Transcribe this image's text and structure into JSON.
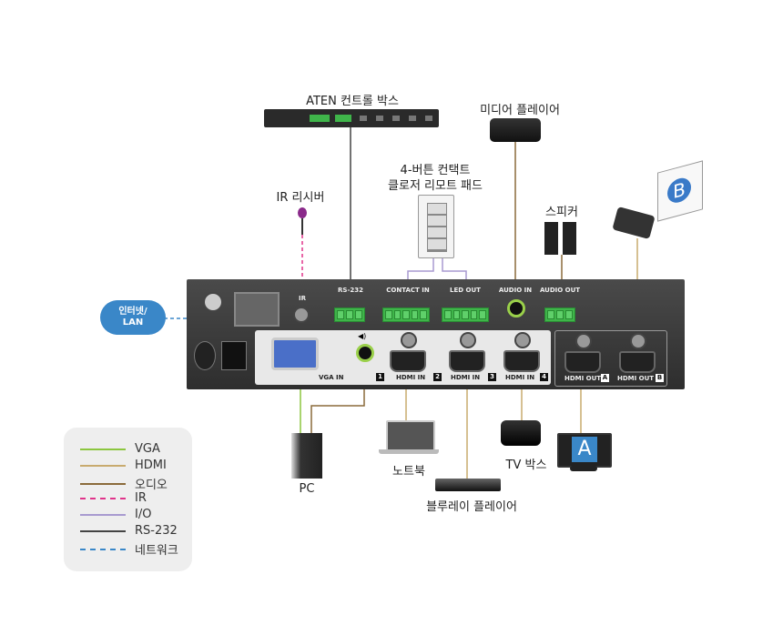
{
  "devices": {
    "control_box": "ATEN 컨트롤 박스",
    "media_player": "미디어 플레이어",
    "keypad": "4-버튼 컨택트\n클로저 리모트 패드",
    "keypad_line1": "4-버튼 컨택트",
    "keypad_line2": "클로저 리모트 패드",
    "ir_receiver": "IR 리시버",
    "speaker": "스피커",
    "projector_letter": "B",
    "network": "인터넷/\nLAN",
    "network_line1": "인터넷/",
    "network_line2": "LAN",
    "pc": "PC",
    "laptop": "노트북",
    "bluray": "블루레이 플레이어",
    "tv_box": "TV 박스",
    "monitor_letter": "A"
  },
  "panel": {
    "ir": "IR",
    "rs232": "RS-232",
    "contact_in": "CONTACT IN",
    "led_out": "LED OUT",
    "audio_in": "AUDIO IN",
    "audio_out": "AUDIO OUT",
    "vga_in": "VGA IN",
    "hdmi_in_1": "HDMI  IN",
    "hdmi_in_2": "HDMI IN",
    "hdmi_in_3": "HDMI IN",
    "num1": "1",
    "num2": "2",
    "num3": "3",
    "num4": "4",
    "hdmi_out_a": "HDMI OUT",
    "hdmi_out_b": "HDMI OUT",
    "out_a": "A",
    "out_b": "B"
  },
  "legend": [
    {
      "label": "VGA",
      "color": "#8cc63f",
      "style": "solid"
    },
    {
      "label": "HDMI",
      "color": "#c8aa6e",
      "style": "solid"
    },
    {
      "label": "오디오",
      "color": "#8a6a3a",
      "style": "solid"
    },
    {
      "label": "IR",
      "color": "#e0338a",
      "style": "dashed"
    },
    {
      "label": "I/O",
      "color": "#a89ad0",
      "style": "solid"
    },
    {
      "label": "RS-232",
      "color": "#444444",
      "style": "solid"
    },
    {
      "label": "네트워크",
      "color": "#3a87c8",
      "style": "dashed"
    }
  ]
}
